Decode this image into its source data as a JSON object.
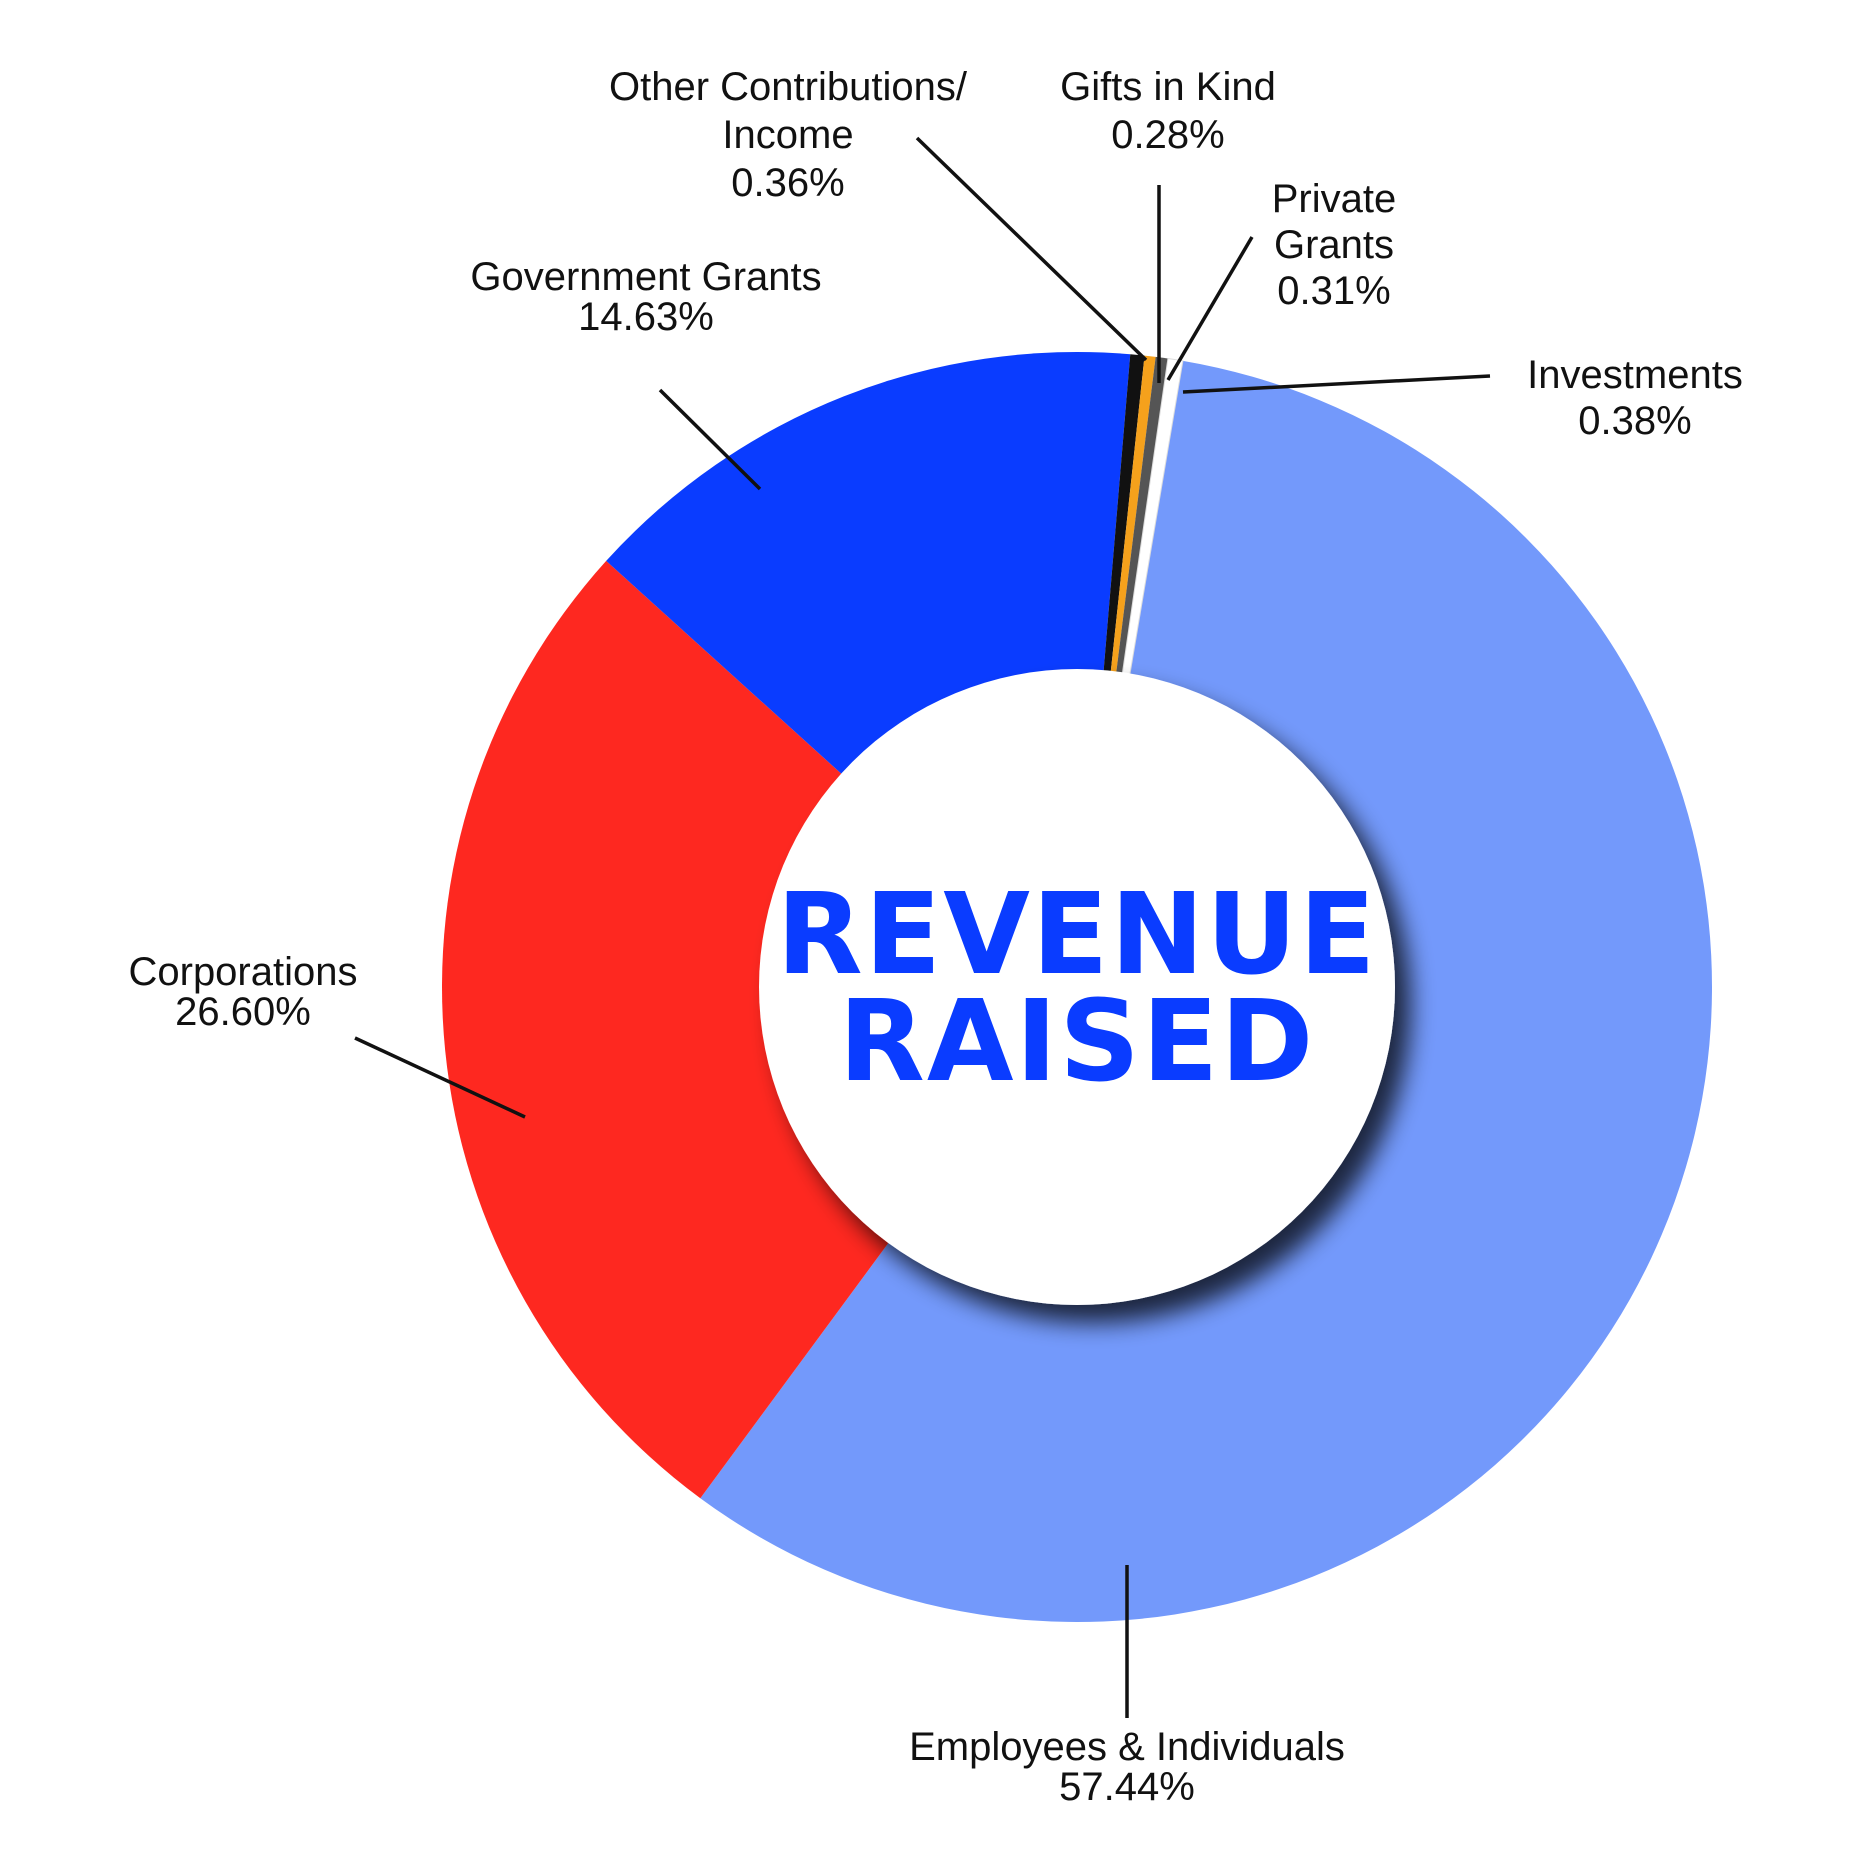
{
  "chart_data": {
    "type": "pie",
    "variant": "donut",
    "center_title_lines": [
      "REVENUE",
      "RAISED"
    ],
    "center_title_color": "#0a3cff",
    "slices": [
      {
        "label": "Employees & Individuals",
        "value": 57.44,
        "value_text": "57.44%",
        "color": "#7399fb"
      },
      {
        "label": "Corporations",
        "value": 26.6,
        "value_text": "26.60%",
        "color": "#fe2820"
      },
      {
        "label": "Government Grants",
        "value": 14.63,
        "value_text": "14.63%",
        "color": "#0a3cff"
      },
      {
        "label": "Other Contributions/ Income",
        "label_lines": [
          "Other Contributions/",
          "Income"
        ],
        "value": 0.36,
        "value_text": "0.36%",
        "color": "#111111"
      },
      {
        "label": "Gifts in Kind",
        "value": 0.28,
        "value_text": "0.28%",
        "color": "#f5a11c"
      },
      {
        "label": "Private Grants",
        "label_lines": [
          "Private",
          "Grants"
        ],
        "value": 0.31,
        "value_text": "0.31%",
        "color": "#555555"
      },
      {
        "label": "Investments",
        "value": 0.38,
        "value_text": "0.38%",
        "color": "#ffffff"
      }
    ]
  }
}
